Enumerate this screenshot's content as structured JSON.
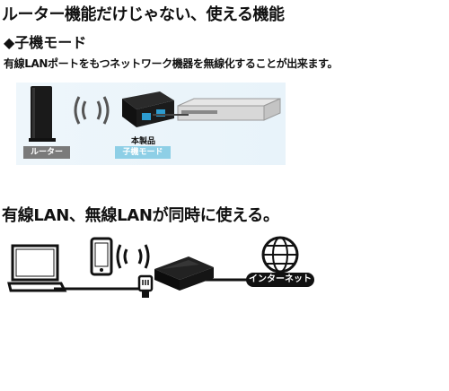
{
  "headline": "ルーター機能だけじゃない、使える機能",
  "mode_title": "◆子機モード",
  "mode_description": "有線LANポートをもつネットワーク機器を無線化することが出来ます。",
  "diagram1": {
    "router_label": "ルーター",
    "product_label": "本製品",
    "child_mode_label": "子機モード"
  },
  "simultaneous_title": "有線LAN、無線LANが同時に使える。",
  "diagram2": {
    "internet_label": "インターネット"
  },
  "icons": [
    "router-icon",
    "wifi-waves-icon",
    "product-device-icon",
    "recorder-device-icon",
    "laptop-icon",
    "smartphone-icon",
    "lan-cable-icon",
    "globe-icon"
  ],
  "colors": {
    "accent_blue": "#8ecfe6",
    "router_gray": "#7a7a7a",
    "text": "#111111"
  }
}
